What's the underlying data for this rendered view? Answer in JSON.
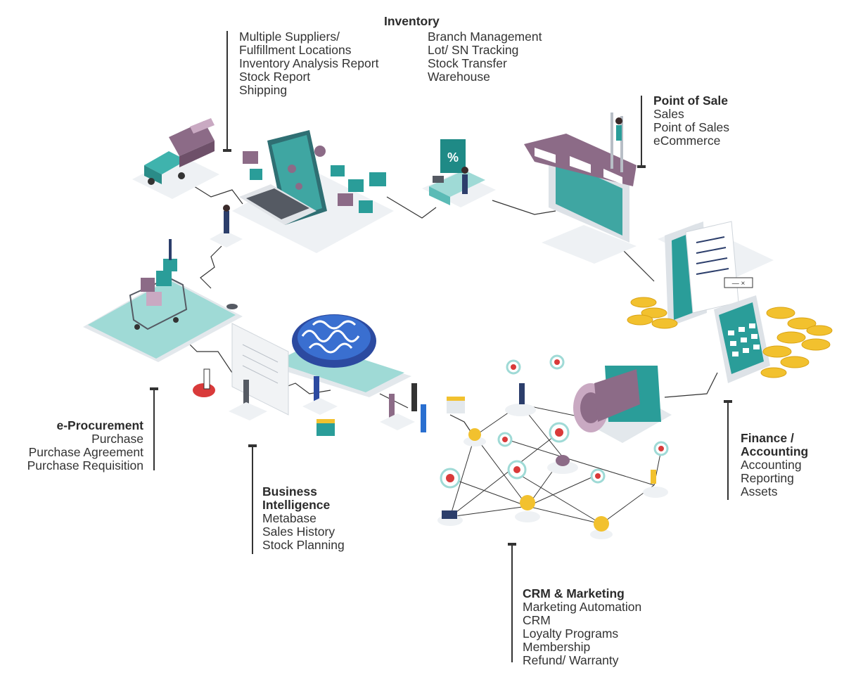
{
  "colors": {
    "teal": "#2a9d99",
    "teal_dark": "#1f6f72",
    "teal_light": "#9fdad6",
    "mauve": "#8c6b87",
    "mauve_light": "#c9a9c2",
    "gold": "#f2c12e",
    "red": "#d93a3a",
    "navy": "#2c3e6b",
    "line": "#333333"
  },
  "modules": {
    "inventory": {
      "title": "Inventory",
      "col1": [
        "Multiple Suppliers/",
        "Fulfillment Locations",
        "Inventory Analysis Report",
        "Stock Report",
        "Shipping"
      ],
      "col2": [
        "Branch Management",
        "Lot/ SN Tracking",
        "Stock Transfer",
        "Warehouse"
      ]
    },
    "pos": {
      "title": "Point of Sale",
      "items": [
        "Sales",
        "Point of Sales",
        "eCommerce"
      ]
    },
    "finance": {
      "title_line1": "Finance /",
      "title_line2": "Accounting",
      "items": [
        "Accounting",
        "Reporting",
        "Assets"
      ]
    },
    "crm": {
      "title": "CRM & Marketing",
      "items": [
        "Marketing Automation",
        "CRM",
        "Loyalty Programs",
        "Membership",
        "Refund/ Warranty"
      ]
    },
    "bi": {
      "title_line1": "Business",
      "title_line2": "Intelligence",
      "items": [
        "Metabase",
        "Sales History",
        "Stock Planning"
      ]
    },
    "eproc": {
      "title": "e-Procurement",
      "items": [
        "Purchase",
        "Purchase Agreement",
        "Purchase Requisition"
      ]
    }
  },
  "illustrations": {
    "percent_sign": "%",
    "window_controls": "— ×"
  }
}
